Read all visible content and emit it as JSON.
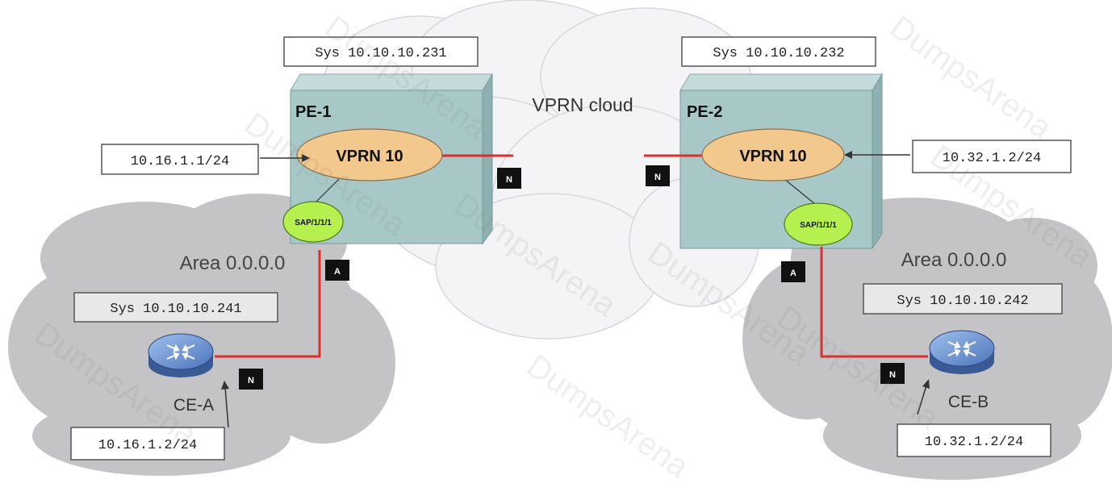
{
  "labels": {
    "pe1_sys": "Sys 10.10.10.231",
    "pe2_sys": "Sys 10.10.10.232",
    "ce_a_sys": "Sys 10.10.10.241",
    "ce_b_sys": "Sys 10.10.10.242",
    "pe1_name": "PE-1",
    "pe2_name": "PE-2",
    "vprn_cloud": "VPRN cloud",
    "pe1_vprn": "VPRN 10",
    "pe2_vprn": "VPRN 10",
    "pe1_sap": "SAP/1/1/1",
    "pe2_sap": "SAP/1/1/1",
    "area_left": "Area 0.0.0.0",
    "area_right": "Area 0.0.0.0",
    "pe1_if": "10.16.1.1/24",
    "pe2_if": "10.32.1.2/24",
    "ce_a_if": "10.16.1.2/24",
    "ce_b_if": "10.32.1.2/24",
    "ce_a_name": "CE-A",
    "ce_b_name": "CE-B",
    "badge_n": "N",
    "badge_a": "A"
  },
  "watermark": "DumpsArena",
  "colors": {
    "cloud": "#c8c8c8",
    "pe_box": "#a8c8c8",
    "vprn_oval": "#f2c88c",
    "sap_oval": "#b6f04e",
    "link": "#d83030",
    "router": "#6a8fd0"
  }
}
